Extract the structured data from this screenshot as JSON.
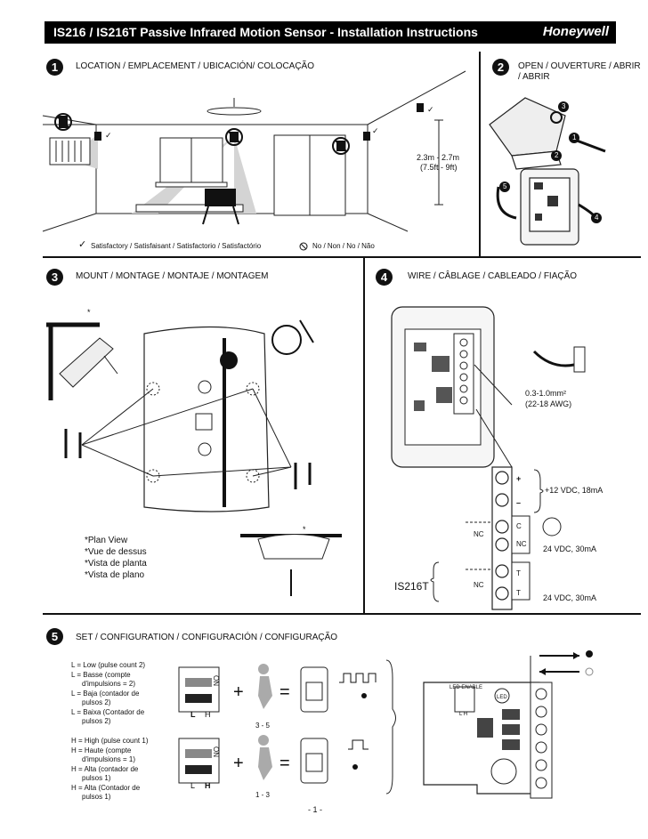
{
  "header": {
    "title": "IS216 / IS216T Passive Infrared Motion Sensor - Installation Instructions",
    "brand": "Honeywell"
  },
  "s1": {
    "num": "1",
    "title": "LOCATION / EMPLACEMENT / UBICACIÓN/ COLOCAÇÃO",
    "height_m": "2.3m - 2.7m",
    "height_ft": "(7.5ft - 9ft)",
    "check": "✓",
    "ok": "Satisfactory / Satisfaisant / Satisfactorio / Satisfactório",
    "no": "No / Non / No / Não"
  },
  "s2": {
    "num": "2",
    "title": "OPEN / OUVERTURE / ABRIR / ABRIR",
    "steps": [
      "1",
      "2",
      "3",
      "4",
      "5"
    ]
  },
  "s3": {
    "num": "3",
    "title": "MOUNT / MONTAGE / MONTAJE / MONTAGEM",
    "star": "*",
    "plan": [
      "*Plan View",
      "*Vue de dessus",
      "*Vista de planta",
      "*Vista de plano"
    ]
  },
  "s4": {
    "num": "4",
    "title": "WIRE / CÂBLAGE / CABLEADO / FIAÇÃO",
    "gauge": "0.3-1.0mm²",
    "awg": "(22-18 AWG)",
    "power": "+12 VDC, 18mA",
    "plus": "+",
    "minus": "–",
    "alarm": "24 VDC, 30mA",
    "tamper": "24 VDC, 30mA",
    "model": "IS216T",
    "nc": "NC",
    "c": "C",
    "t": "T"
  },
  "s5": {
    "num": "5",
    "title": "SET / CONFIGURATION / CONFIGURACIÓN / CONFIGURAÇÃO",
    "low": [
      "L = Low (pulse count 2)",
      "L = Basse (compte",
      "d'impulsions = 2)",
      "L = Baja (contador de",
      "pulsos 2)",
      "L = Baixa (Contador de",
      "pulsos 2)"
    ],
    "high": [
      "H = High (pulse count 1)",
      "H = Haute (compte",
      "d'impulsions = 1)",
      "H = Alta (contador de",
      "pulsos 1)",
      "H = Alta (Contador de",
      "pulsos 1)"
    ],
    "on": "ON",
    "l": "L",
    "h": "H",
    "count_low": "3 - 5",
    "count_high": "1 - 3",
    "led_enable": "LED ENABLE",
    "led": "LED",
    "lh": "L  H"
  },
  "footer": {
    "page": "- 1 -"
  }
}
